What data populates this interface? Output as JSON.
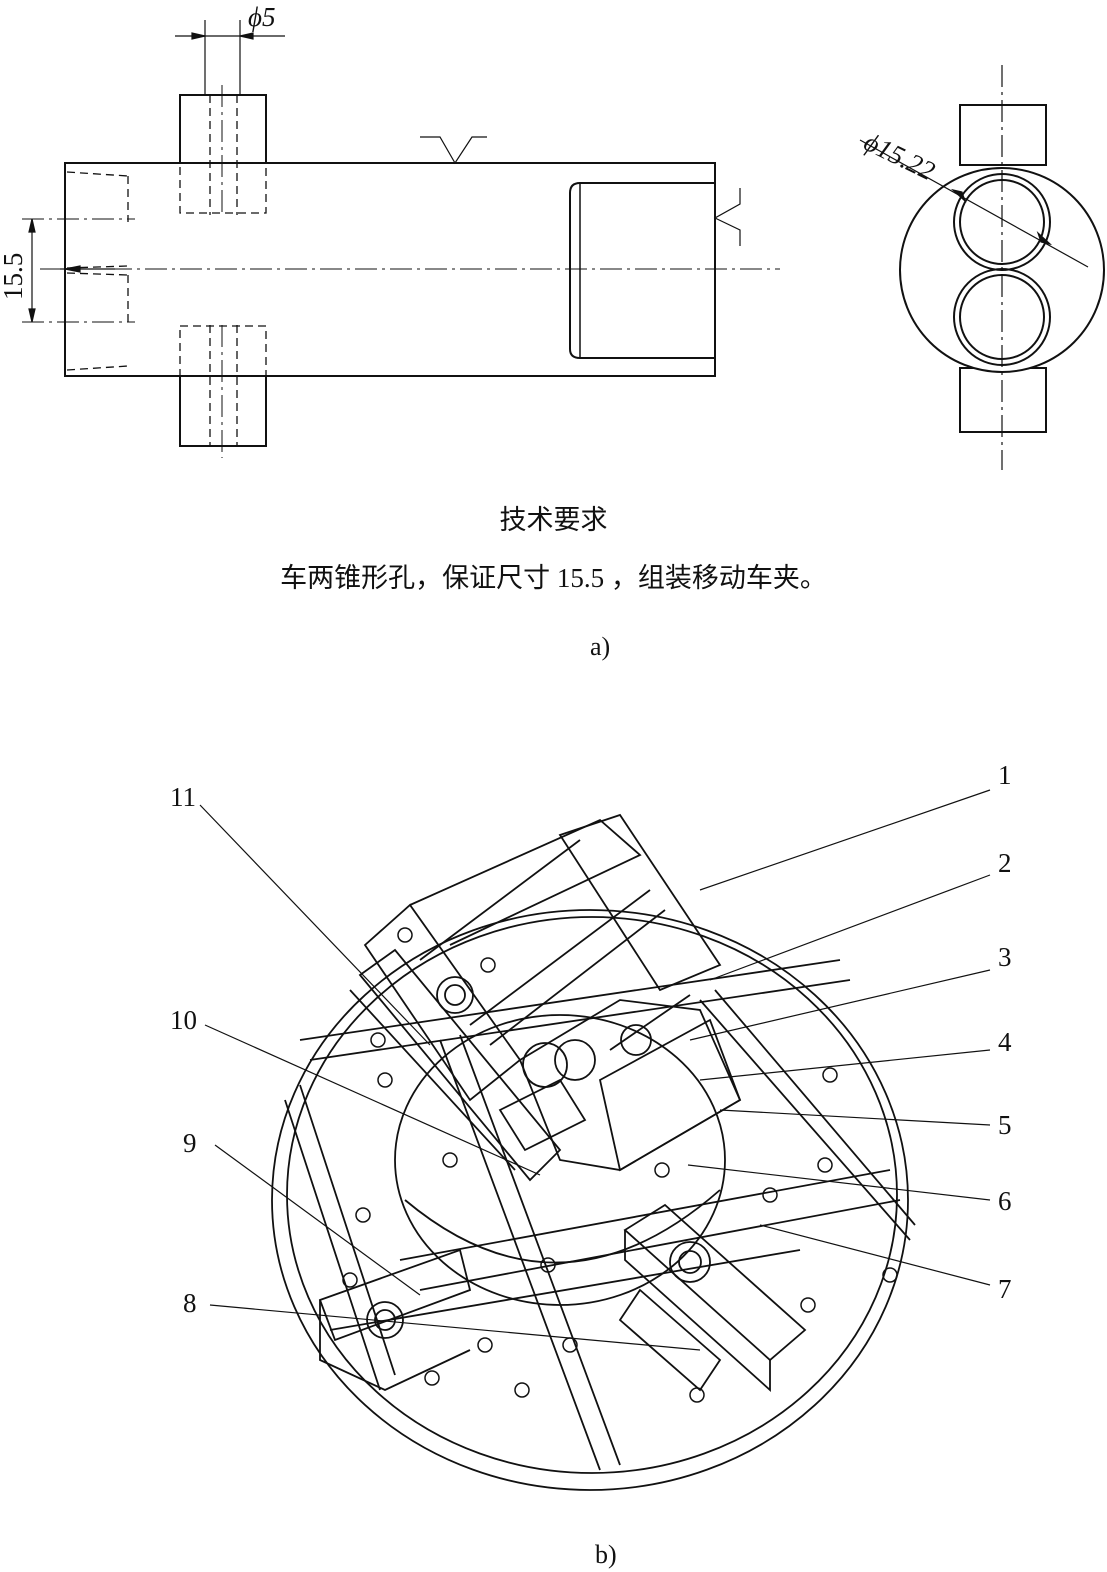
{
  "figure_a": {
    "dim_top_hole": "ϕ5",
    "dim_side_hole": "ϕ15.22",
    "dim_spacing": "15.5",
    "title": "技术要求",
    "requirement": "车两锥形孔，保证尺寸 15.5 ，组装移动车夹。",
    "caption": "a)"
  },
  "figure_b": {
    "callouts": [
      "1",
      "2",
      "3",
      "4",
      "5",
      "6",
      "7",
      "8",
      "9",
      "10",
      "11"
    ],
    "caption": "b)"
  }
}
